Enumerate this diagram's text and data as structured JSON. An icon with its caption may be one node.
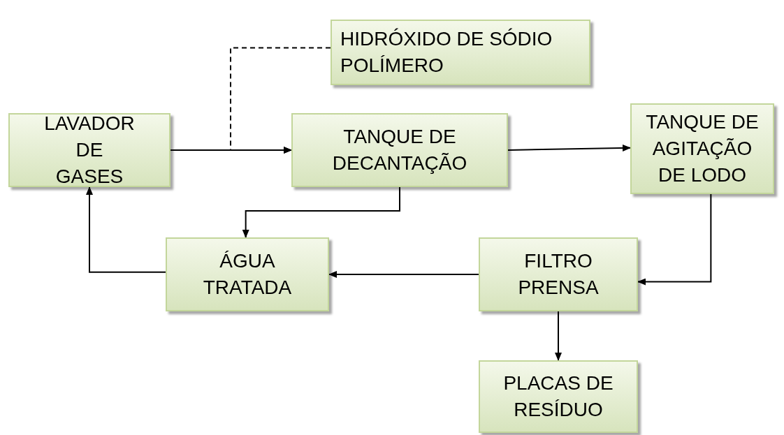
{
  "diagram": {
    "nodes": [
      {
        "text": [
          "HIDRÓXIDO DE SÓDIO POLÍMERO"
        ]
      },
      {
        "text": [
          "LAVADOR DE GASES"
        ]
      },
      {
        "text": [
          "TANQUE DE DECANTAÇÃO"
        ]
      },
      {
        "text": [
          "TANQUE DE AGITAÇÃO DE LODO"
        ]
      },
      {
        "text": [
          "ÁGUA TRATADA"
        ]
      },
      {
        "text": [
          "FILTRO PRENSA"
        ]
      },
      {
        "text": [
          "PLACAS DE RESÍDUO"
        ]
      }
    ],
    "edges": [
      {
        "from": 0,
        "to": 2,
        "arrow": "to",
        "style": "dashed"
      },
      {
        "from": 1,
        "to": 2,
        "arrow": "to"
      },
      {
        "from": 2,
        "to": 3,
        "arrow": "to"
      },
      {
        "from": 2,
        "to": 4,
        "arrow": "to"
      },
      {
        "from": 3,
        "to": 5,
        "arrow": "to"
      },
      {
        "from": 5,
        "to": 4,
        "arrow": "to"
      },
      {
        "from": 4,
        "to": 1,
        "arrow": "to"
      },
      {
        "from": 5,
        "to": 6,
        "arrow": "to"
      }
    ]
  }
}
